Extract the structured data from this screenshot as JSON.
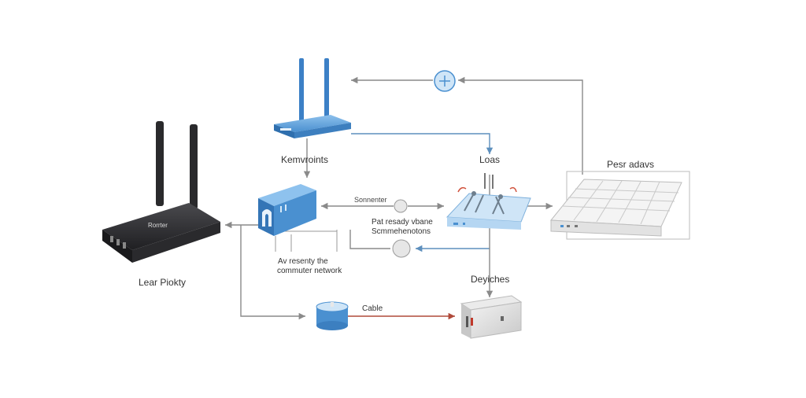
{
  "labels": {
    "main_router": "Lear Piokty",
    "router_brand": "Rorrter",
    "access_point": "Kemvroints",
    "loads": "Loas",
    "panel": "Pesr adavs",
    "connector": "Sonnenter",
    "conn_note": [
      "Pat resady vbane",
      "Scmmehenotons"
    ],
    "network_note": [
      "Av resenty the",
      "commuter network"
    ],
    "devices": "Deyiches",
    "cable": "Cable"
  },
  "colors": {
    "router_dark": "#2e2e30",
    "device_blue": "#4a90d0",
    "device_blue_light": "#a9cdee",
    "line_gray": "#8a8a8a",
    "line_blue": "#5d8fbd",
    "cable_red": "#b04a3a"
  },
  "icons": [
    "wifi-router-icon",
    "access-point-icon",
    "switch-module-icon",
    "hub-icon",
    "panel-grid-icon",
    "server-box-icon",
    "cable-spool-icon",
    "plus-node-icon"
  ]
}
